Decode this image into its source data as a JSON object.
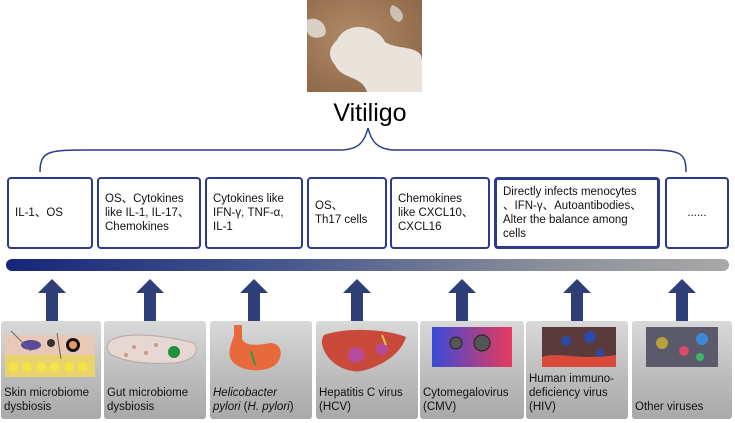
{
  "title": "Vitiligo",
  "mechanisms": [
    "IL-1、OS",
    "OS、Cytokines\n like IL-1, IL-17、\nChemokines",
    "Cytokines like\nIFN-γ, TNF-α,\nIL-1",
    "OS、\nTh17 cells",
    "Chemokines\nlike CXCL10、\nCXCL16",
    "Directly infects menocytes\n、IFN-γ、Autoantibodies、\nAlter the balance among\n cells",
    "......"
  ],
  "factors": {
    "skin": "Skin microbiome\ndysbiosis",
    "gut": "Gut microbiome\ndysbiosis",
    "hp_italic": "Helicobacter\npylori",
    "hp_paren_open": " (",
    "hp_abbr_italic": "H. pylori",
    "hp_paren_close": ")",
    "hcv": "Hepatitis C virus\n(HCV)",
    "cmv": "Cytomegalovirus\n(CMV)",
    "hiv": "Human immuno-\ndeficiency virus\n(HIV)",
    "other": "Other viruses"
  },
  "colors": {
    "box_border": "#2a3a8c",
    "arrow": "#2e3f78",
    "bar_start": "#15267a",
    "bar_end": "#a8a8a8"
  }
}
